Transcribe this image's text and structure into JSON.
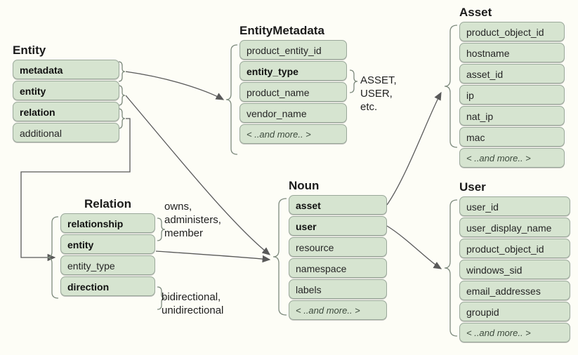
{
  "diagram": {
    "background_color": "#fdfdf6",
    "field_fill_color": "#d6e4d0",
    "field_border_color": "#9aa89a",
    "connector_color": "#595959"
  },
  "groups": {
    "entity": {
      "title": "Entity",
      "fields": [
        {
          "label": "metadata",
          "bold": true
        },
        {
          "label": "entity",
          "bold": true
        },
        {
          "label": "relation",
          "bold": true
        },
        {
          "label": "additional",
          "bold": false
        }
      ]
    },
    "entity_metadata": {
      "title": "EntityMetadata",
      "fields": [
        {
          "label": "product_entity_id",
          "bold": false
        },
        {
          "label": "entity_type",
          "bold": true
        },
        {
          "label": "product_name",
          "bold": false
        },
        {
          "label": "vendor_name",
          "bold": false
        },
        {
          "label": "< ..and more.. >",
          "bold": false,
          "more": true
        }
      ]
    },
    "asset": {
      "title": "Asset",
      "fields": [
        {
          "label": "product_object_id",
          "bold": false
        },
        {
          "label": "hostname",
          "bold": false
        },
        {
          "label": "asset_id",
          "bold": false
        },
        {
          "label": "ip",
          "bold": false
        },
        {
          "label": "nat_ip",
          "bold": false
        },
        {
          "label": "mac",
          "bold": false
        },
        {
          "label": "< ..and more.. >",
          "bold": false,
          "more": true
        }
      ]
    },
    "user": {
      "title": "User",
      "fields": [
        {
          "label": "user_id",
          "bold": false
        },
        {
          "label": "user_display_name",
          "bold": false
        },
        {
          "label": "product_object_id",
          "bold": false
        },
        {
          "label": "windows_sid",
          "bold": false
        },
        {
          "label": "email_addresses",
          "bold": false
        },
        {
          "label": "groupid",
          "bold": false
        },
        {
          "label": "< ..and more.. >",
          "bold": false,
          "more": true
        }
      ]
    },
    "noun": {
      "title": "Noun",
      "fields": [
        {
          "label": "asset",
          "bold": true
        },
        {
          "label": "user",
          "bold": true
        },
        {
          "label": "resource",
          "bold": false
        },
        {
          "label": "namespace",
          "bold": false
        },
        {
          "label": "labels",
          "bold": false
        },
        {
          "label": "< ..and more.. >",
          "bold": false,
          "more": true
        }
      ]
    },
    "relation": {
      "title": "Relation",
      "fields": [
        {
          "label": "relationship",
          "bold": true
        },
        {
          "label": "entity",
          "bold": true
        },
        {
          "label": "entity_type",
          "bold": false
        },
        {
          "label": "direction",
          "bold": true
        }
      ]
    }
  },
  "annotations": {
    "entity_type_values": "ASSET,\nUSER,\netc.",
    "relationship_values": "owns,\nadministers,\nmember",
    "direction_values": "bidirectional,\nunidirectional"
  }
}
